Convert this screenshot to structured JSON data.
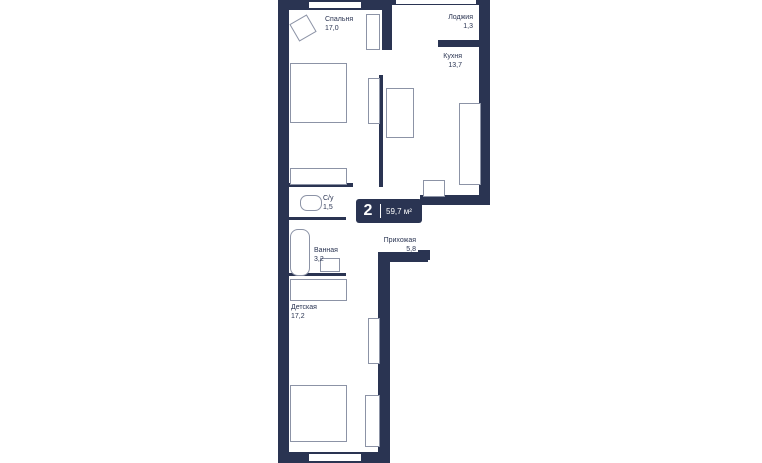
{
  "rooms_badge": {
    "rooms": "2",
    "area": "59,7 м²"
  },
  "rooms": [
    {
      "name": "Спальня",
      "area": "17,0"
    },
    {
      "name": "Лоджия",
      "area": "1,3"
    },
    {
      "name": "Кухня",
      "area": "13,7"
    },
    {
      "name": "С/у",
      "area": "1,5"
    },
    {
      "name": "Ванная",
      "area": "3,2"
    },
    {
      "name": "Прихожая",
      "area": "5,8"
    },
    {
      "name": "Детская",
      "area": "17,2"
    }
  ],
  "colors": {
    "wall": "#2a3452",
    "furniture": "#8c93a6"
  }
}
